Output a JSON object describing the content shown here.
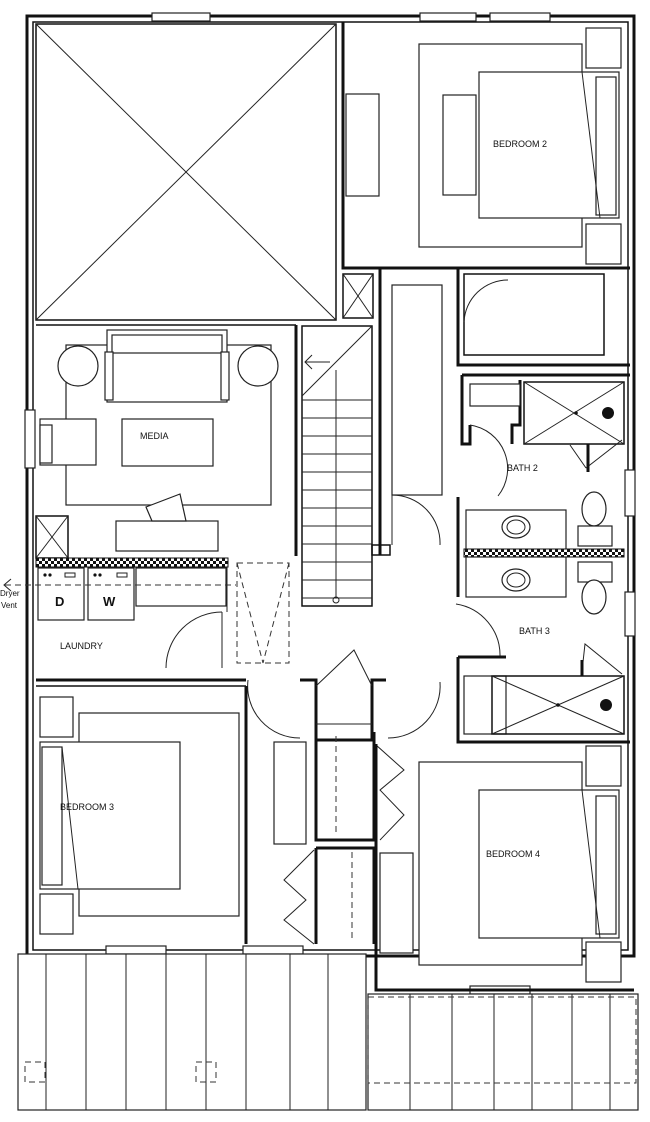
{
  "rooms": {
    "bedroom_2": "BEDROOM 2",
    "media": "MEDIA",
    "bath_2": "BATH 2",
    "bath_3": "BATH 3",
    "laundry": "LAUNDRY",
    "bedroom_3": "BEDROOM 3",
    "bedroom_4": "BEDROOM 4"
  },
  "appliances": {
    "dryer": "D",
    "washer": "W"
  },
  "annotations": {
    "dryer_vent_line1": "Dryer",
    "dryer_vent_line2": "Vent"
  }
}
